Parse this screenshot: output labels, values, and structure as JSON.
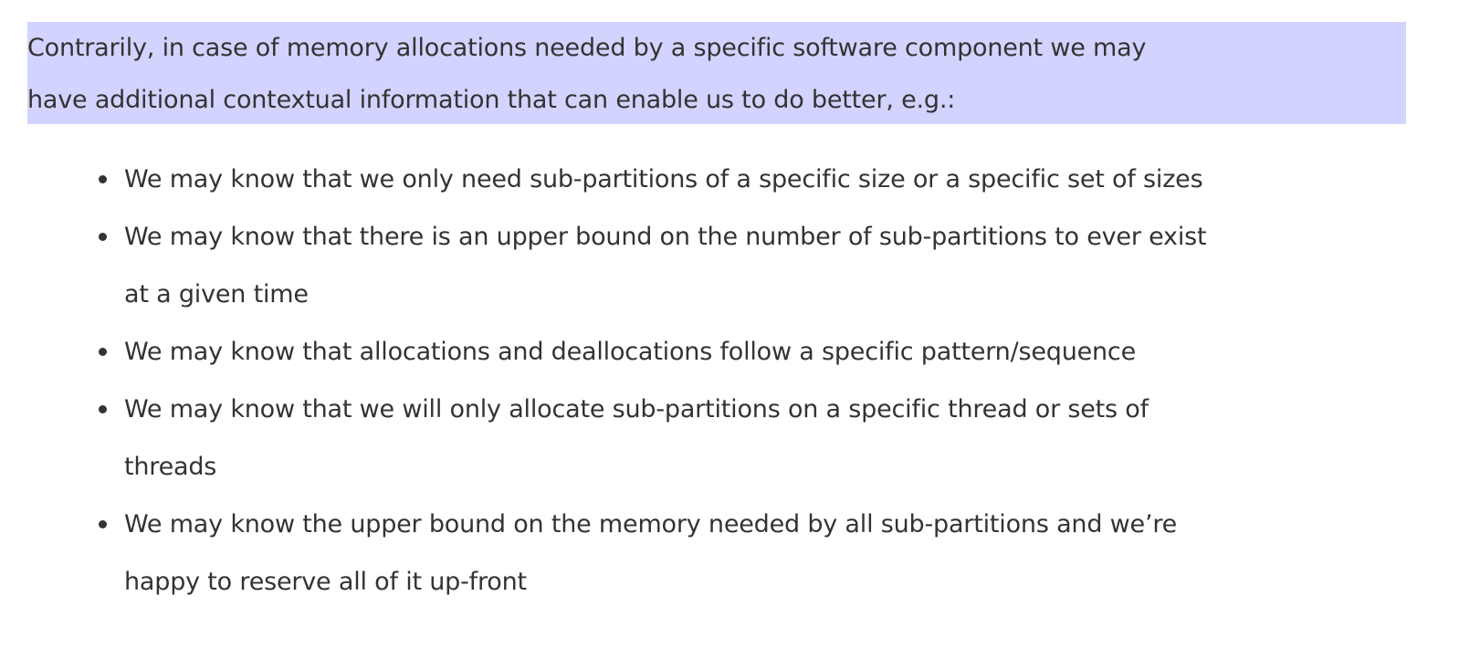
{
  "paragraph": {
    "lines": [
      "Contrarily, in case of memory allocations needed by a specific software component we may",
      "have additional contextual information that can enable us to do better, e.g.:"
    ],
    "highlight_color": "#d3d3ff"
  },
  "bullets": [
    {
      "lines": [
        "We may know that we only need sub-partitions of a specific size or a specific set of sizes"
      ]
    },
    {
      "lines": [
        "We may know that there is an upper bound on the number of sub-partitions to ever exist",
        "at a given time"
      ]
    },
    {
      "lines": [
        "We may know that allocations and deallocations follow a specific pattern/sequence"
      ]
    },
    {
      "lines": [
        "We may know that we will only allocate sub-partitions on a specific thread or sets of",
        "threads"
      ]
    },
    {
      "lines": [
        "We may know the upper bound on the memory needed by all sub-partitions and we’re",
        "happy to reserve all of it up-front"
      ]
    }
  ]
}
